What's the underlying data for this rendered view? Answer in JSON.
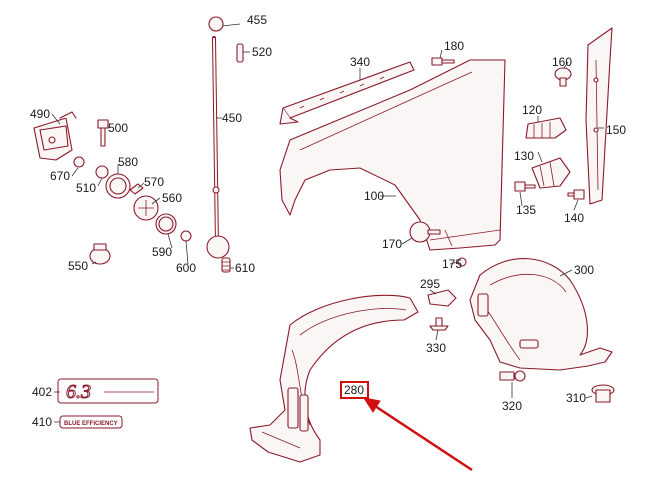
{
  "callouts": {
    "p100": "100",
    "p120": "120",
    "p130": "130",
    "p135": "135",
    "p140": "140",
    "p150": "150",
    "p160": "160",
    "p170": "170",
    "p175": "175",
    "p180": "180",
    "p280": "280",
    "p295": "295",
    "p300": "300",
    "p310": "310",
    "p320": "320",
    "p330": "330",
    "p340": "340",
    "p402": "402",
    "p410": "410",
    "p450": "450",
    "p455": "455",
    "p490": "490",
    "p500": "500",
    "p510": "510",
    "p520": "520",
    "p550": "550",
    "p560": "560",
    "p570": "570",
    "p580": "580",
    "p590": "590",
    "p600": "600",
    "p610": "610",
    "p670": "670"
  },
  "badges": {
    "amg_63": "6.3",
    "blue_efficiency": "BLUE EFFICIENCY"
  },
  "colors": {
    "part_stroke": "#8a1a2a",
    "highlight": "#d01010",
    "text": "#1a1a1a"
  },
  "highlighted_callout": "280"
}
